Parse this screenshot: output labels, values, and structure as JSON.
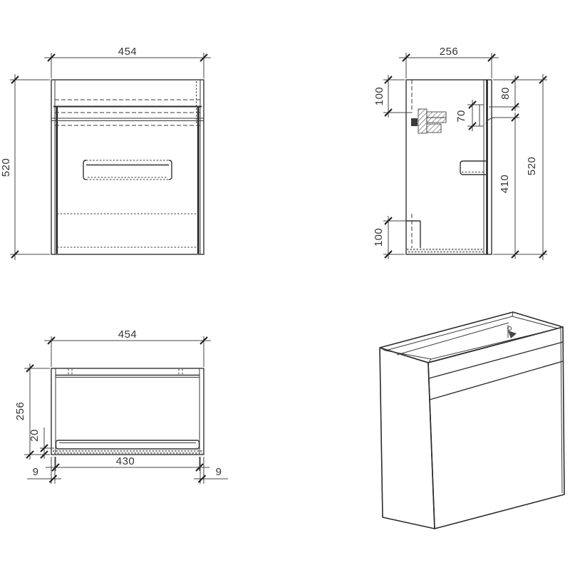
{
  "drawing": {
    "views": {
      "front": {
        "width": "454",
        "height": "520"
      },
      "side": {
        "depth": "256",
        "height": "520",
        "bracket_offset_top": "100",
        "door_top_offset": "80",
        "handle_recess_height": "70",
        "door_height": "410",
        "pipe_cutout_height": "100"
      },
      "bottom": {
        "width": "454",
        "depth": "256",
        "back_rail_depth": "20",
        "inner_width": "430",
        "panel_thickness_left": "9",
        "panel_thickness_right": "9"
      }
    }
  },
  "colors": {
    "background": "#ffffff",
    "line": "#333333",
    "dim_text": "#333333"
  }
}
